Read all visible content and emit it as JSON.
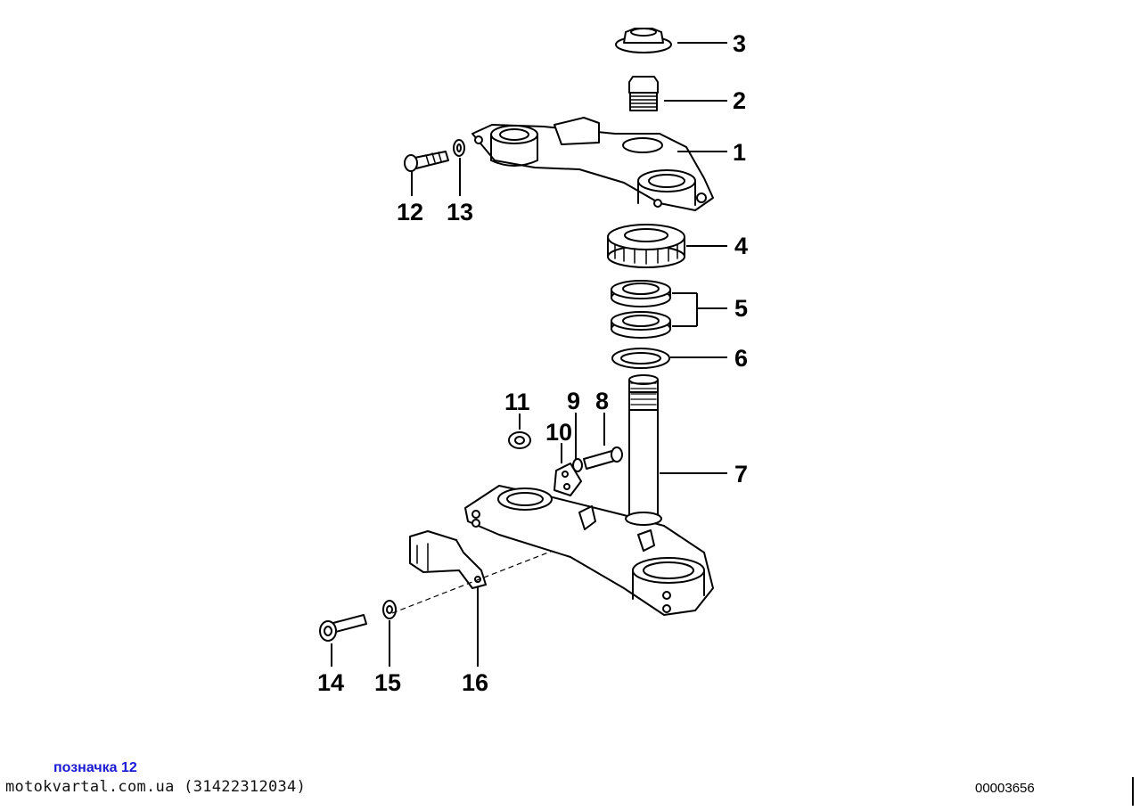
{
  "parts": [
    {
      "number": "1"
    },
    {
      "number": "2"
    },
    {
      "number": "3"
    },
    {
      "number": "4"
    },
    {
      "number": "5"
    },
    {
      "number": "6"
    },
    {
      "number": "7"
    },
    {
      "number": "8"
    },
    {
      "number": "9"
    },
    {
      "number": "10"
    },
    {
      "number": "11"
    },
    {
      "number": "12"
    },
    {
      "number": "13"
    },
    {
      "number": "14"
    },
    {
      "number": "15"
    },
    {
      "number": "16"
    }
  ],
  "footer": {
    "note": "позначка 12",
    "source": "motokvartal.com.ua (31422312034)",
    "diagram_id": "00003656"
  },
  "colors": {
    "line": "#000000",
    "note": "#1a1ad6",
    "background": "#ffffff"
  }
}
